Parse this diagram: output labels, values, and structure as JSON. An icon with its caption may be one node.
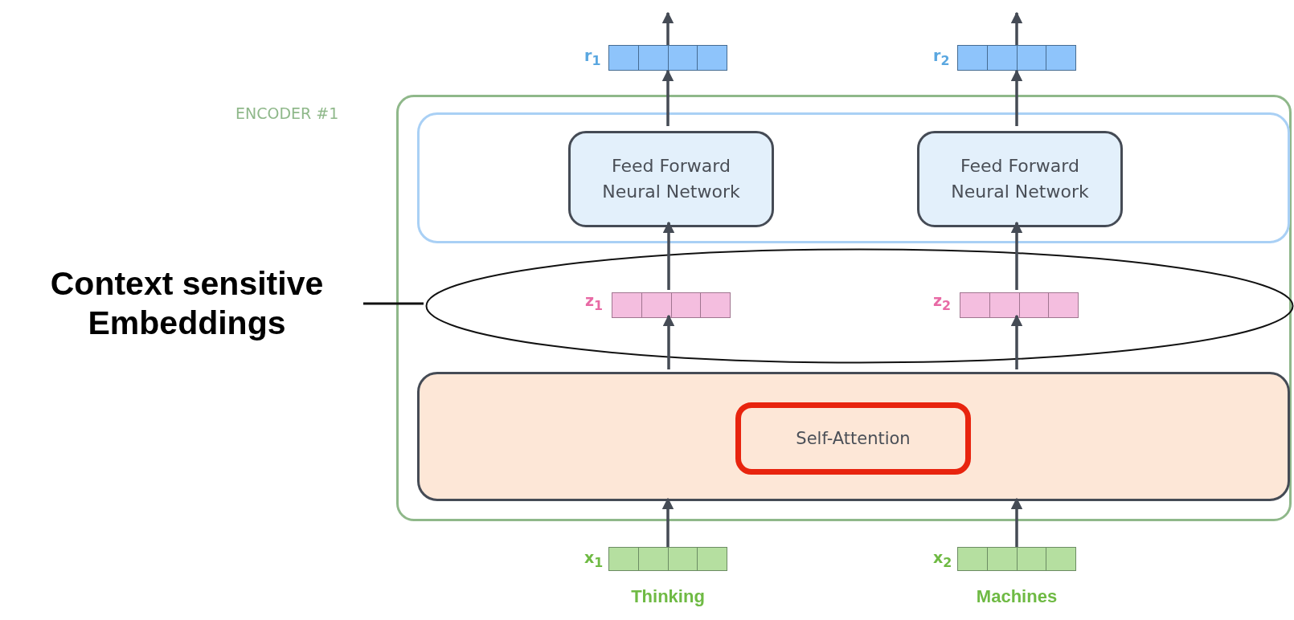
{
  "diagram": {
    "nodes": [
      {
        "text": [
          "ENCODER #1"
        ]
      },
      {
        "text": [],
        "shape": "box",
        "in": 0
      },
      {
        "text": [
          "Feed Forward Neural Network"
        ],
        "in": 1
      },
      {
        "text": [
          "Feed Forward Neural Network"
        ],
        "in": 1
      },
      {
        "text": [],
        "shape": "ellipse",
        "in": 0
      },
      {
        "text": [],
        "shape": "bar",
        "beside": [
          "z$_{1}$"
        ],
        "in": 4
      },
      {
        "text": [],
        "shape": "bar",
        "beside": [
          "z$_{2}$"
        ],
        "in": 4
      },
      {
        "text": [],
        "shape": "box",
        "in": 0
      },
      {
        "text": [
          "Self-Attention"
        ],
        "in": 7
      },
      {
        "text": [],
        "shape": "bar",
        "beside": [
          "x$_{1}$",
          "Thinking"
        ]
      },
      {
        "text": [],
        "shape": "bar",
        "beside": [
          "x$_{2}$",
          "Machines"
        ]
      },
      {
        "text": [],
        "shape": "bar",
        "beside": [
          "r$_{1}$"
        ]
      },
      {
        "text": [],
        "shape": "bar",
        "beside": [
          "r$_{2}$"
        ]
      },
      {
        "text": [
          "Context sensitive Embeddings"
        ]
      }
    ],
    "edges": [
      {
        "from": 9,
        "to": 7,
        "arrow": "to"
      },
      {
        "from": 10,
        "to": 7,
        "arrow": "to"
      },
      {
        "from": 7,
        "to": 5,
        "arrow": "to"
      },
      {
        "from": 7,
        "to": 6,
        "arrow": "to"
      },
      {
        "from": 5,
        "to": 2,
        "arrow": "to"
      },
      {
        "from": 6,
        "to": 3,
        "arrow": "to"
      },
      {
        "from": 2,
        "to": 11,
        "arrow": "to"
      },
      {
        "from": 3,
        "to": 12,
        "arrow": "to"
      },
      {
        "from": 11,
        "to": null,
        "arrow": "to"
      },
      {
        "from": 12,
        "to": null,
        "arrow": "to"
      },
      {
        "from": 13,
        "to": 4,
        "arrow": "none"
      }
    ]
  }
}
